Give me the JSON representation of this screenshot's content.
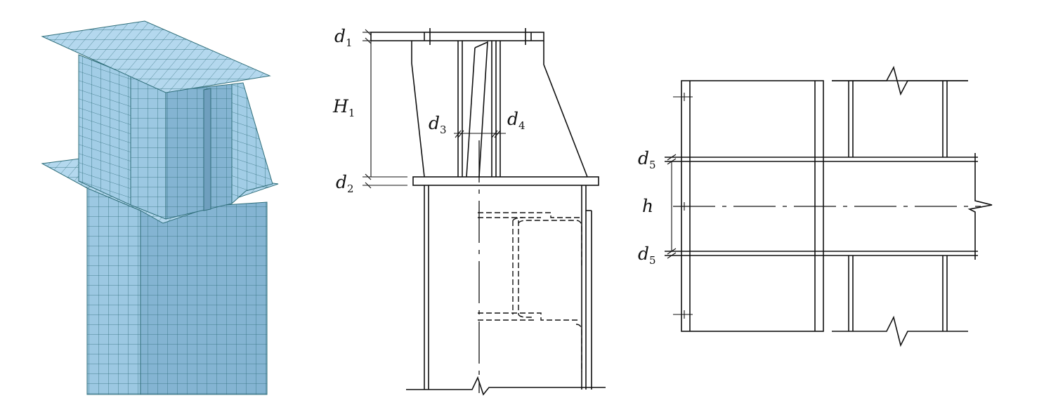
{
  "labels": {
    "d1": {
      "main": "d",
      "sub": "1"
    },
    "H1": {
      "main": "H",
      "sub": "1"
    },
    "d3": {
      "main": "d",
      "sub": "3"
    },
    "d4": {
      "main": "d",
      "sub": "4"
    },
    "d2": {
      "main": "d",
      "sub": "2"
    },
    "d5_top": {
      "main": "d",
      "sub": "5"
    },
    "h": {
      "main": "h",
      "sub": ""
    },
    "d5_bottom": {
      "main": "d",
      "sub": "5"
    }
  },
  "colors": {
    "mesh_light": "#a8cfe6",
    "mesh_mid": "#8dbcd8",
    "mesh_dark": "#7aa9c6",
    "mesh_line": "#2f6e7a",
    "ink": "#111111"
  }
}
